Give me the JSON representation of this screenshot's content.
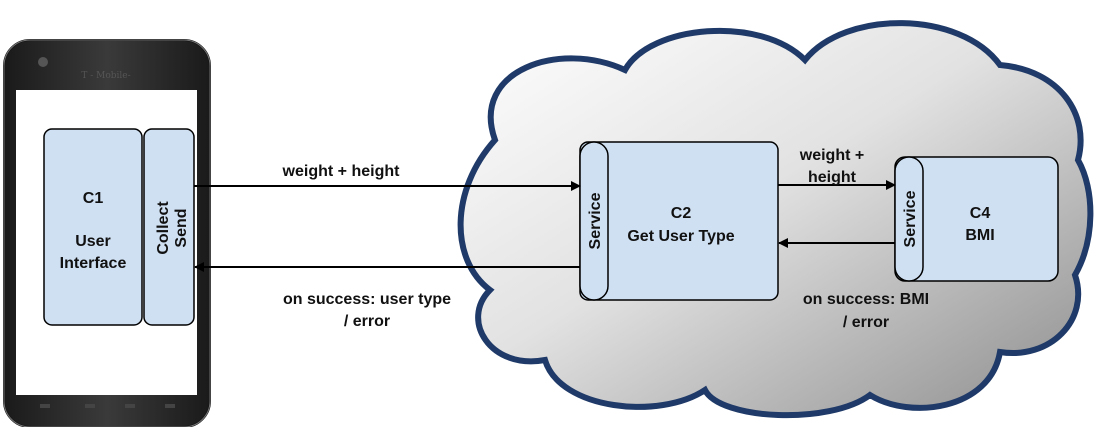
{
  "phone": {
    "brand": "T - Mobile-"
  },
  "components": {
    "c1": {
      "id": "C1",
      "name_line1": "User",
      "name_line2": "Interface"
    },
    "collect_send": {
      "line1": "Collect",
      "line2": "Send"
    },
    "c2": {
      "id": "C2",
      "name": "Get User Type",
      "service_label": "Service"
    },
    "c4": {
      "id": "C4",
      "name": "BMI",
      "service_label": "Service"
    }
  },
  "arrows": {
    "c1_to_c2": {
      "label": "weight + height"
    },
    "c2_to_c1": {
      "label_line1": "on success: user type",
      "label_line2": "/ error"
    },
    "c2_to_c4": {
      "label_line1": "weight +",
      "label_line2": "height"
    },
    "c4_to_c2": {
      "label_line1": "on success: BMI",
      "label_line2": "/ error"
    }
  },
  "colors": {
    "box_fill": "#cfe0f3",
    "cloud_outline": "#1f3a68",
    "phone_body": "#2b2b2b"
  }
}
